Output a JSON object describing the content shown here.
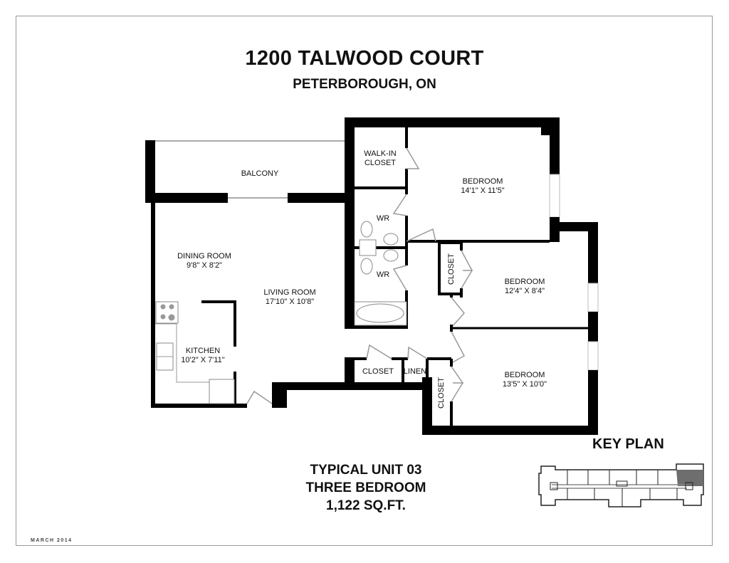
{
  "header": {
    "title": "1200 TALWOOD COURT",
    "subtitle": "PETERBOROUGH, ON"
  },
  "rooms": {
    "balcony": "BALCONY",
    "dining": {
      "name": "DINING ROOM",
      "size": "9'8\" X 8'2\""
    },
    "living": {
      "name": "LIVING ROOM",
      "size": "17'10\" X 10'8\""
    },
    "kitchen": {
      "name": "KITCHEN",
      "size": "10'2\" X 7'11\""
    },
    "walkin": {
      "line1": "WALK-IN",
      "line2": "CLOSET"
    },
    "wr1": "WR",
    "wr2": "WR",
    "bedroom1": {
      "name": "BEDROOM",
      "size": "14'1\" X 11'5\""
    },
    "bedroom2": {
      "name": "BEDROOM",
      "size": "12'4\" X 8'4\""
    },
    "bedroom3": {
      "name": "BEDROOM",
      "size": "13'5\" X 10'0\""
    },
    "closet_b2": "CLOSET",
    "closet_b3": "CLOSET",
    "closet_hall": "CLOSET",
    "linen": "LINEN"
  },
  "unit": {
    "line1": "TYPICAL UNIT 03",
    "line2": "THREE BEDROOM",
    "line3": "1,122 SQ.FT."
  },
  "key_plan": {
    "title": "KEY PLAN",
    "highlight_color": "#6e6e6e"
  },
  "footer": {
    "date": "MARCH 2014"
  }
}
